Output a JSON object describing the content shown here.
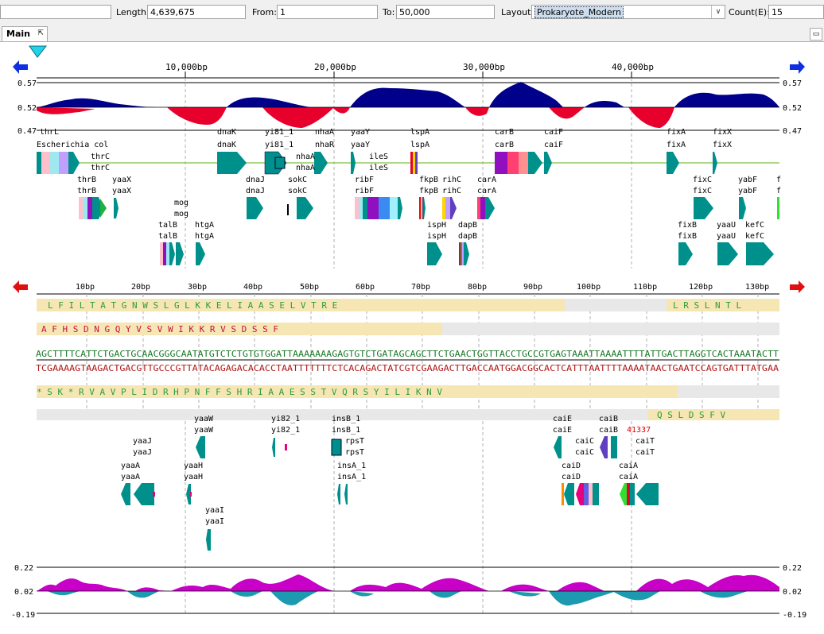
{
  "toolbar": {
    "length_label": "Length:",
    "length_value": "4,639,675",
    "from_label": "From:",
    "from_value": "1",
    "to_label": "To:",
    "to_value": "50,000",
    "layout_label": "Layout:",
    "layout_value": "Prokaryote_Modern",
    "count_label": "Count(E):",
    "count_value": "15"
  },
  "tabs": {
    "main_label": "Main",
    "pin_glyph": "⇱"
  },
  "genome": {
    "scale_ticks": [
      "10,000bp",
      "20,000bp",
      "30,000bp",
      "40,000bp"
    ],
    "gc_top": "0.57",
    "gc_mid": "0.52",
    "gc_bottom": "0.47",
    "forward_labels": [
      "thrL",
      "Escherichia col",
      "thrC",
      "thrC",
      "dnaK",
      "dnaK",
      "yi81_1",
      "yi81_1",
      "nhaA",
      "nhaR",
      "nhaA",
      "nhaA",
      "yaaY",
      "yaaY",
      "ileS",
      "ileS",
      "lspA",
      "lspA",
      "carB",
      "carB",
      "caiF",
      "caiF",
      "fixA",
      "fixA",
      "fixX",
      "fixX"
    ],
    "lane2_labels": [
      "thrB",
      "thrB",
      "yaaX",
      "yaaX",
      "dnaJ",
      "dnaJ",
      "sokC",
      "sokC",
      "ribF",
      "ribF",
      "fkpB",
      "fkpB",
      "rihC",
      "rihC",
      "carA",
      "carA",
      "fixC",
      "fixC",
      "yabF",
      "yabF",
      "f",
      "f"
    ],
    "lane3_labels": [
      "mog",
      "mog",
      "ispH",
      "ispH",
      "dapB",
      "dapB",
      "fixB",
      "fixB",
      "yaaU",
      "yaaU",
      "kefC",
      "kefC"
    ],
    "lane4_labels": [
      "talB",
      "talB",
      "htgA",
      "htgA"
    ],
    "pos_ticks": [
      "10bp",
      "20bp",
      "30bp",
      "40bp",
      "50bp",
      "60bp",
      "70bp",
      "80bp",
      "90bp",
      "100bp",
      "110bp",
      "120bp",
      "130bp"
    ],
    "frame1": "L F I L T A T G N W S L G L K K E L I A A S E L V T R E",
    "frame1_end": "L R S L N T L",
    "frame2": "A F H S D N G Q Y V S V W I K K R V S D S S F",
    "dna_forward": "AGCTTTTCATTCTGACTGCAACGGGCAATATGTCTCTGTGTGGATTAAAAAAAGAGTGTCTGATAGCAGCTTCTGAACTGGTTACCTGCCGTGAGTAAATTAAAATTTTATTGACTTAGGTCACTAAATACTT",
    "dna_reverse": "TCGAAAAGTAAGACTGACGTTGCCCGTTATACAGAGACACACCTAATTTTTTTCTCACAGACTATCGTCGAAGACTTGACCAATGGACGGCACTCATTTAATTTTAAAATAACTGAATCCAGTGATTTATGAA",
    "frame_r1": "* S K * R V A V P L I D R H P N F F S H R I A A E S S T V Q R S Y I L I K N V",
    "frame_r2": "Q S L D S F V",
    "reverse_labels": [
      "yaaW",
      "yaaW",
      "yi82_1",
      "yi82_1",
      "insB_1",
      "insB_1",
      "caiE",
      "caiE",
      "caiB",
      "caiB",
      "41337",
      "yaaJ",
      "yaaJ",
      "rpsT",
      "rpsT",
      "caiC",
      "caiC",
      "caiT",
      "caiT",
      "yaaA",
      "yaaA",
      "yaaH",
      "yaaH",
      "insA_1",
      "insA_1",
      "caiD",
      "caiD",
      "caiA",
      "caiA",
      "yaaI",
      "yaaI"
    ],
    "skew_top": "0.22",
    "skew_mid": "0.02",
    "skew_bottom": "-0.19"
  },
  "colors": {
    "gc_high": "#00008b",
    "gc_low": "#e8002c",
    "gene": "#00908c",
    "backbone": "#7dc142",
    "skew_pos": "#c800c8",
    "skew_neg": "#1e9ab0",
    "nav_forward": "#1030e0",
    "nav_back": "#e01010",
    "frame_bg": "#f5e6b4"
  }
}
